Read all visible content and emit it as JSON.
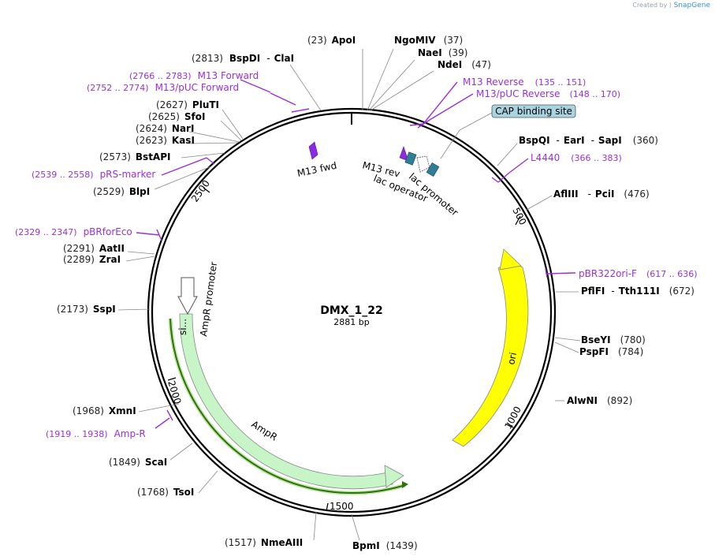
{
  "credit": {
    "prefix": "Created by",
    "brand": "SnapGene"
  },
  "plasmid": {
    "name": "DMX_1_22",
    "length_label": "2881 bp"
  },
  "ticks": [
    "500",
    "1000",
    "1500",
    "2000",
    "2500"
  ],
  "sites": [
    {
      "id": "apoi",
      "pos": "(23)",
      "name": "ApoI"
    },
    {
      "id": "ngomiv",
      "pos": "(37)",
      "name": "NgoMIV"
    },
    {
      "id": "naei",
      "pos": "(39)",
      "name": "NaeI"
    },
    {
      "id": "ndei",
      "pos": "(47)",
      "name": "NdeI"
    },
    {
      "id": "bspdi",
      "pos": "(2813)",
      "name": "BspDI",
      "extra": "ClaI"
    },
    {
      "id": "pluti",
      "pos": "(2627)",
      "name": "PluTI"
    },
    {
      "id": "sfoi",
      "pos": "(2625)",
      "name": "SfoI"
    },
    {
      "id": "nari",
      "pos": "(2624)",
      "name": "NarI"
    },
    {
      "id": "kasi",
      "pos": "(2623)",
      "name": "KasI"
    },
    {
      "id": "bstapi",
      "pos": "(2573)",
      "name": "BstAPI"
    },
    {
      "id": "blpi",
      "pos": "(2529)",
      "name": "BlpI"
    },
    {
      "id": "aatii",
      "pos": "(2291)",
      "name": "AatII"
    },
    {
      "id": "zrai",
      "pos": "(2289)",
      "name": "ZraI"
    },
    {
      "id": "sspi",
      "pos": "(2173)",
      "name": "SspI"
    },
    {
      "id": "xmni",
      "pos": "(1968)",
      "name": "XmnI"
    },
    {
      "id": "scai",
      "pos": "(1849)",
      "name": "ScaI"
    },
    {
      "id": "tsoi",
      "pos": "(1768)",
      "name": "TsoI"
    },
    {
      "id": "nmeaiii",
      "pos": "(1517)",
      "name": "NmeAIII"
    },
    {
      "id": "bpmi",
      "pos": "(1439)",
      "name": "BpmI"
    },
    {
      "id": "alwni",
      "pos": "(892)",
      "name": "AlwNI"
    },
    {
      "id": "bseyi",
      "pos": "(780)",
      "name": "BseYI"
    },
    {
      "id": "pspfi",
      "pos": "(784)",
      "name": "PspFI"
    },
    {
      "id": "pflfi",
      "pos": "(672)",
      "name": "PflFI",
      "extra": "Tth111I"
    },
    {
      "id": "afliii",
      "pos": "(476)",
      "name": "AflIII",
      "extra": "PciI"
    },
    {
      "id": "bspqi",
      "pos": "(360)",
      "name": "BspQI",
      "extra": "EarI",
      "extra2": "SapI"
    }
  ],
  "primers": [
    {
      "id": "m13-forward",
      "range": "(2766 .. 2783)",
      "name": "M13 Forward"
    },
    {
      "id": "m13puc-forward",
      "range": "(2752 .. 2774)",
      "name": "M13/pUC Forward"
    },
    {
      "id": "m13-reverse",
      "range": "(135 .. 151)",
      "name": "M13 Reverse"
    },
    {
      "id": "m13puc-reverse",
      "range": "(148 .. 170)",
      "name": "M13/pUC Reverse"
    },
    {
      "id": "l4440",
      "range": "(366 .. 383)",
      "name": "L4440"
    },
    {
      "id": "pbr322ori-f",
      "range": "(617 .. 636)",
      "name": "pBR322ori-F"
    },
    {
      "id": "prs-marker",
      "range": "(2539 .. 2558)",
      "name": "pRS-marker"
    },
    {
      "id": "pbrforeco",
      "range": "(2329 .. 2347)",
      "name": "pBRforEco"
    },
    {
      "id": "amp-r",
      "range": "(1919 .. 1938)",
      "name": "Amp-R"
    }
  ],
  "features": {
    "cap": "CAP binding site",
    "m13fwd": "M13 fwd",
    "m13rev": "M13 rev",
    "lacop": "lac operator",
    "lacprom": "lac promoter",
    "ampr_prom": "AmpR promoter",
    "ampr": "AmpR",
    "ori": "ori",
    "signal": "si..."
  },
  "colors": {
    "primer": "#9b30d6",
    "ori": "#ffff00",
    "ampr": "#c8f5c8",
    "cap": "#a8d3e0",
    "lac_operator": "#2e7f96",
    "m13": "#8a2be2"
  }
}
